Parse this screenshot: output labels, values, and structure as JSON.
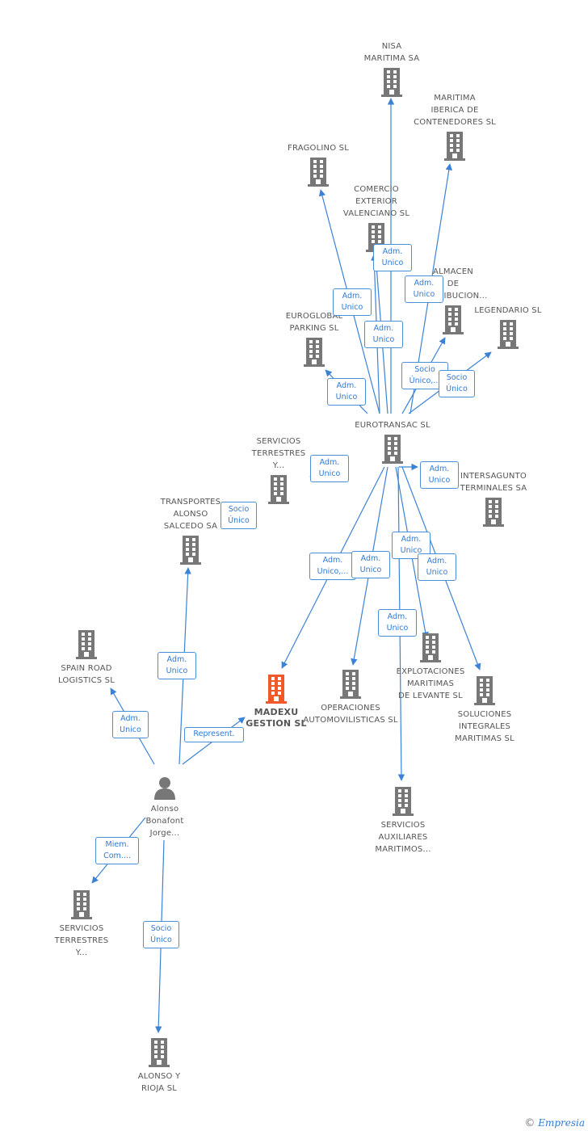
{
  "colors": {
    "edge": "#3b82d6",
    "company": "#777777",
    "focus": "#f05a28",
    "person": "#777777"
  },
  "nodes": [
    {
      "id": "nisa",
      "label": "NISA\nMARITIMA SA",
      "type": "company"
    },
    {
      "id": "iberica",
      "label": "MARITIMA\nIBERICA DE\nCONTENEDORES SL",
      "type": "company"
    },
    {
      "id": "fragolino",
      "label": "FRAGOLINO SL",
      "type": "company"
    },
    {
      "id": "comercio",
      "label": "COMERCIO\nEXTERIOR\nVALENCIANO SL",
      "type": "company"
    },
    {
      "id": "almacen",
      "label": "ALMACEN\nDE\nDISTRIBUCION...",
      "type": "company"
    },
    {
      "id": "legendario",
      "label": "LEGENDARIO SL",
      "type": "company"
    },
    {
      "id": "euroglobal",
      "label": "EUROGLOBAL\nPARKING SL",
      "type": "company"
    },
    {
      "id": "eurotransac",
      "label": "EUROTRANSAC SL",
      "type": "company"
    },
    {
      "id": "servter1",
      "label": "SERVICIOS\nTERRESTRES\nY...",
      "type": "company"
    },
    {
      "id": "intersagunto",
      "label": "INTERSAGUNTO\nTERMINALES SA",
      "type": "company"
    },
    {
      "id": "transportes",
      "label": "TRANSPORTES\nALONSO\nSALCEDO SA",
      "type": "company"
    },
    {
      "id": "spainroad",
      "label": "SPAIN ROAD\nLOGISTICS SL",
      "type": "company"
    },
    {
      "id": "madexu",
      "label": "MADEXU\nGESTION SL",
      "type": "focus"
    },
    {
      "id": "operaciones",
      "label": "OPERACIONES\nAUTOMOVILISTICAS SL",
      "type": "company"
    },
    {
      "id": "explotaciones",
      "label": "EXPLOTACIONES\nMARITIMAS\nDE LEVANTE SL",
      "type": "company"
    },
    {
      "id": "soluciones",
      "label": "SOLUCIONES\nINTEGRALES\nMARITIMAS SL",
      "type": "company"
    },
    {
      "id": "alonso",
      "label": "Alonso\nBonafont\nJorge...",
      "type": "person"
    },
    {
      "id": "servaux",
      "label": "SERVICIOS\nAUXILIARES\nMARITIMOS...",
      "type": "company"
    },
    {
      "id": "servter2",
      "label": "SERVICIOS\nTERRESTRES\nY...",
      "type": "company"
    },
    {
      "id": "alonsorioja",
      "label": "ALONSO Y\nRIOJA SL",
      "type": "company"
    }
  ],
  "edges": [
    {
      "from": "eurotransac",
      "to": "nisa",
      "label": ""
    },
    {
      "from": "eurotransac",
      "to": "comercio",
      "label": "Adm.\nUnico"
    },
    {
      "from": "eurotransac",
      "to": "fragolino",
      "label": "Adm.\nUnico"
    },
    {
      "from": "eurotransac",
      "to": "iberica",
      "label": "Adm.\nUnico"
    },
    {
      "from": "eurotransac",
      "to": "euroglobal",
      "label": "Adm.\nUnico"
    },
    {
      "from": "eurotransac",
      "to": "almacen",
      "label": "Socio\nÚnico,..."
    },
    {
      "from": "eurotransac",
      "to": "legendario",
      "label": "Socio\nÚnico"
    },
    {
      "from": "eurotransac",
      "to": "madexu",
      "label": "Adm.\nUnico,..."
    },
    {
      "from": "eurotransac",
      "to": "operaciones",
      "label": "Adm.\nUnico"
    },
    {
      "from": "eurotransac",
      "to": "explotaciones",
      "label": "Adm.\nUnico"
    },
    {
      "from": "eurotransac",
      "to": "soluciones",
      "label": "Adm.\nUnico"
    },
    {
      "from": "eurotransac",
      "to": "servaux",
      "label": "Adm.\nUnico"
    },
    {
      "from": "eurotransac",
      "to": "comercio",
      "label": "Adm.\nUnico"
    },
    {
      "from": "eurotransac",
      "to": "intersagunto",
      "label": "Adm.\nUnico"
    },
    {
      "from": "transportes",
      "to": "servter1",
      "label": "Adm.\nUnico"
    },
    {
      "from": "transportes",
      "to": "servter1",
      "label": "Socio\nÚnico"
    },
    {
      "from": "alonso",
      "to": "transportes",
      "label": "Adm.\nUnico"
    },
    {
      "from": "alonso",
      "to": "spainroad",
      "label": "Adm.\nUnico"
    },
    {
      "from": "alonso",
      "to": "madexu",
      "label": "Represent."
    },
    {
      "from": "alonso",
      "to": "servter2",
      "label": "Miem.\nCom...."
    },
    {
      "from": "alonso",
      "to": "alonsorioja",
      "label": "Socio\nÚnico"
    }
  ],
  "footer": {
    "symbol": "©",
    "brand": "Empresia"
  }
}
